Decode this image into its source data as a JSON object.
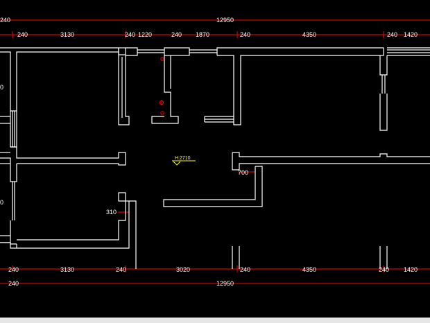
{
  "colors": {
    "background": "#000000",
    "walls": "#ffffff",
    "dimension_lines": "#ff0000",
    "dimension_text": "#ffffff",
    "elevation_mark": "#ffff00",
    "fixture_marks": "#ff0000",
    "status_bar": "#e6e6e6"
  },
  "dimensions": {
    "top_overall": {
      "total": "12950",
      "left_cut": "240"
    },
    "top_segments": [
      "240",
      "3130",
      "240",
      "1220",
      "240",
      "1870",
      "240",
      "4350",
      "240",
      "1420"
    ],
    "bottom_segments": [
      "240",
      "3130",
      "240",
      "3020",
      "240",
      "4350",
      "240",
      "1420"
    ],
    "bottom_overall": {
      "left": "240",
      "total": "12950"
    },
    "side_left_cut": [
      "0",
      "0"
    ]
  },
  "annotations": {
    "elevation": "H:2710",
    "offset_700": "700",
    "offset_310": "310"
  }
}
